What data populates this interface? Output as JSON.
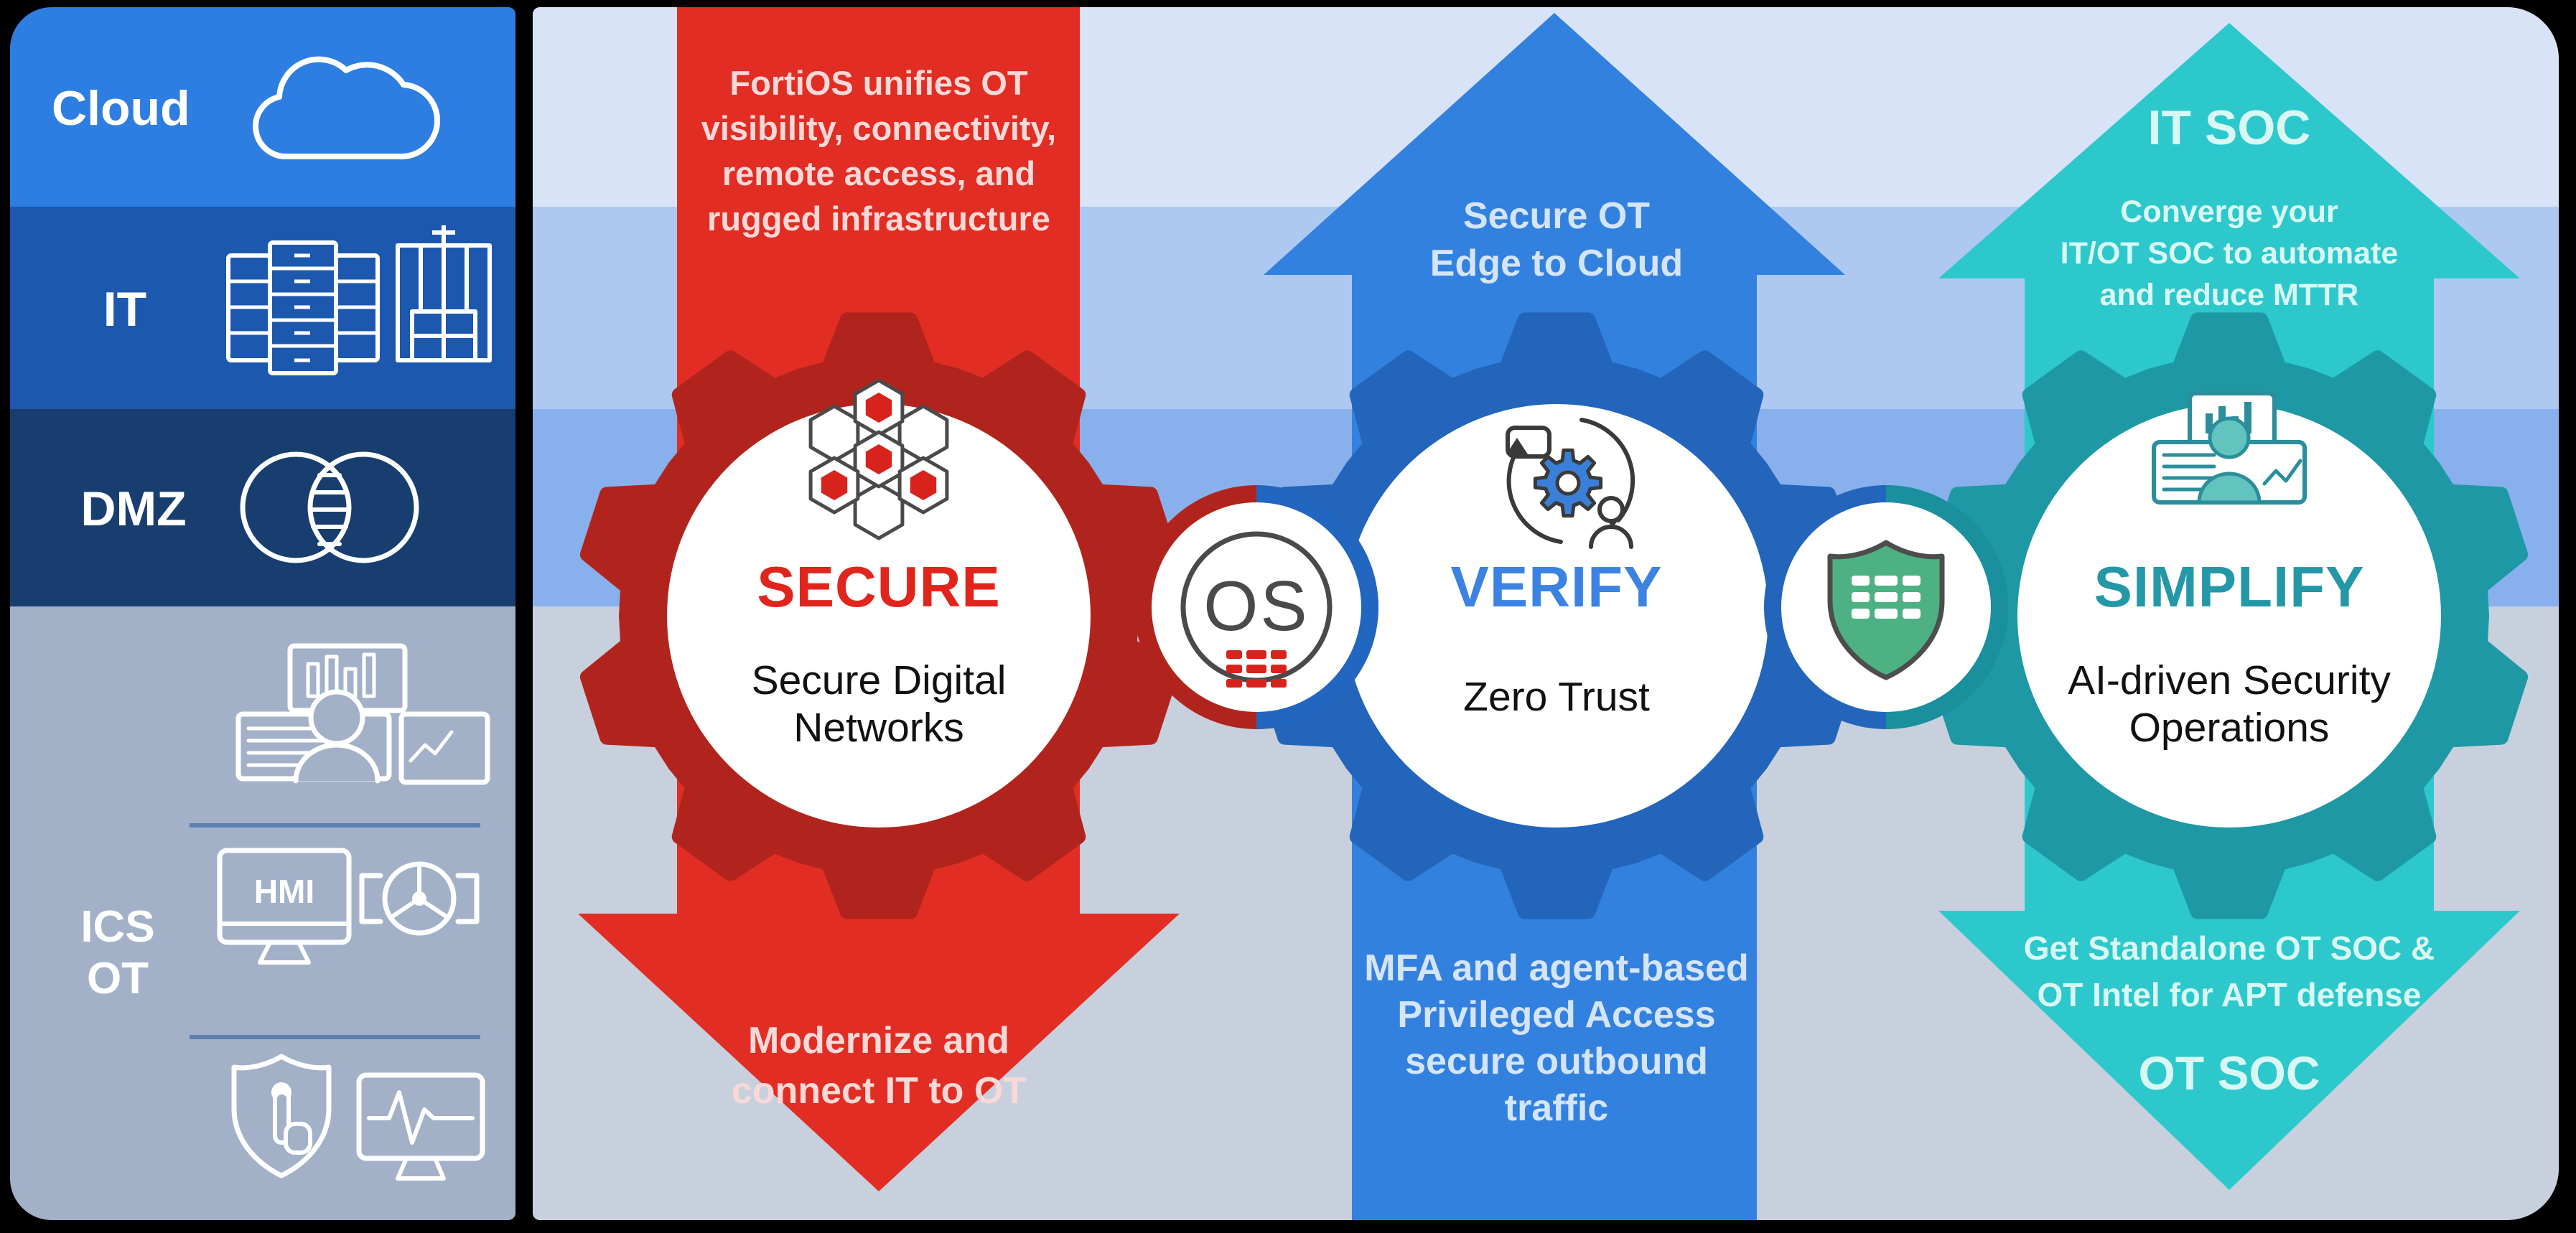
{
  "infographic": {
    "sidebar": {
      "rows": [
        {
          "label": "Cloud"
        },
        {
          "label": "IT"
        },
        {
          "label": "DMZ"
        },
        {
          "label_line1": "ICS",
          "label_line2": "OT",
          "hmi_label": "HMI"
        }
      ],
      "row_colors": [
        "#2e7de1",
        "#1c58ae",
        "#173e6f",
        "#a2b1c8"
      ]
    },
    "background_bands": [
      "#d9e3f8",
      "#adc9f1",
      "#88b0ec",
      "#c8d0dd"
    ],
    "columns": [
      {
        "id": "secure",
        "arrow_direction": "down",
        "top_lines": [
          "FortiOS unifies OT",
          "visibility, connectivity,",
          "remote access, and",
          "rugged infrastructure"
        ],
        "title": "SECURE",
        "subtitle_lines": [
          "Secure Digital",
          "Networks"
        ],
        "bottom_lines": [
          "Modernize and",
          "connect IT to OT"
        ],
        "arrow_color": "#e12d23",
        "gear_color": "#b1241d",
        "title_color": "#e0251c"
      },
      {
        "id": "verify",
        "arrow_direction": "up",
        "top_lines": [
          "Secure OT",
          "Edge to Cloud"
        ],
        "title": "VERIFY",
        "subtitle_lines": [
          "Zero Trust"
        ],
        "bottom_lines": [
          "MFA and agent-based",
          "Privileged Access",
          "secure outbound",
          "traffic"
        ],
        "arrow_color": "#3381de",
        "gear_color": "#2365bb",
        "title_color": "#3b82e2"
      },
      {
        "id": "simplify",
        "arrow_direction": "up-down",
        "top_heading": "IT SOC",
        "top_lines": [
          "Converge your",
          "IT/OT SOC to automate",
          "and reduce MTTR"
        ],
        "title": "SIMPLIFY",
        "subtitle_lines": [
          "AI-driven Security",
          "Operations"
        ],
        "bottom_lines": [
          "Get Standalone OT SOC &",
          "OT Intel for APT defense"
        ],
        "bottom_heading": "OT SOC",
        "arrow_color": "#2cc8cb",
        "gear_color": "#1e98a5",
        "title_color": "#2498a6"
      }
    ],
    "connectors": {
      "os_badge": {
        "label": "OS",
        "ring_left_color": "#b1241d",
        "ring_right_color": "#2166c0",
        "logo_color": "#d8231d"
      },
      "shield_badge": {
        "shield_color": "#4db183",
        "ring_left_color": "#2365bb",
        "ring_right_color": "#1a8f9d"
      }
    }
  }
}
